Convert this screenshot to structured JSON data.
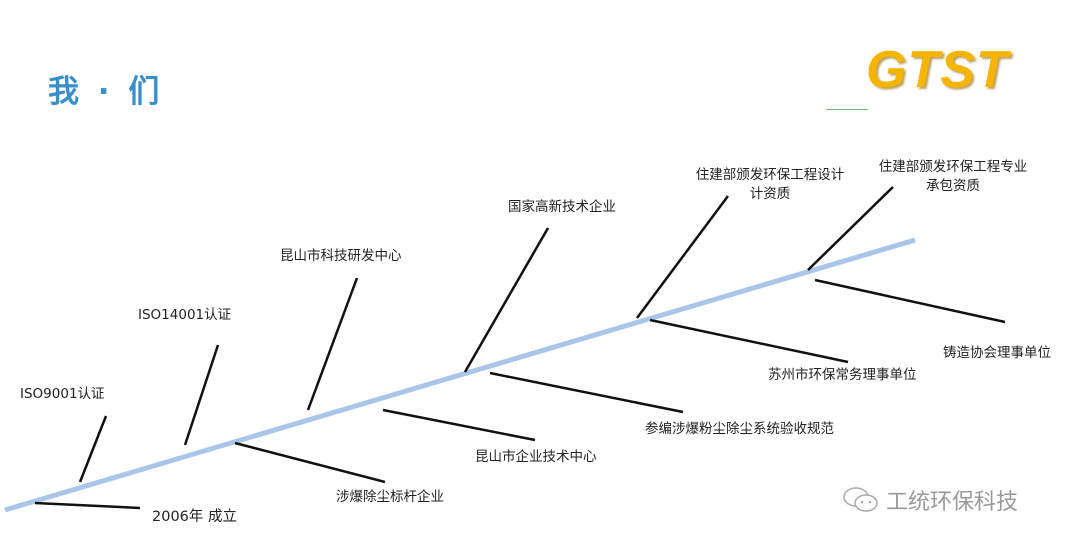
{
  "title": "我 · 们",
  "logo": "GTST",
  "watermark": "工统环保科技",
  "colors": {
    "title": "#3a8fc9",
    "logo": "#f5b400",
    "spine": "#a9c6e8",
    "branch": "#111111"
  },
  "milestones_above": [
    {
      "label": "ISO9001认证"
    },
    {
      "label": "ISO14001认证"
    },
    {
      "label": "昆山市科技研发中心"
    },
    {
      "label": "国家高新技术企业"
    },
    {
      "label_line1": "住建部颁发环保工程设计",
      "label_line2": "计资质"
    },
    {
      "label_line1": "住建部颁发环保工程专业",
      "label_line2": "承包资质"
    }
  ],
  "milestones_below": [
    {
      "label": "2006年 成立"
    },
    {
      "label": "涉爆除尘标杆企业"
    },
    {
      "label": "昆山市企业技术中心"
    },
    {
      "label": "参编涉爆粉尘除尘系统验收规范"
    },
    {
      "label": "苏州市环保常务理事单位"
    },
    {
      "label": "铸造协会理事单位"
    }
  ]
}
